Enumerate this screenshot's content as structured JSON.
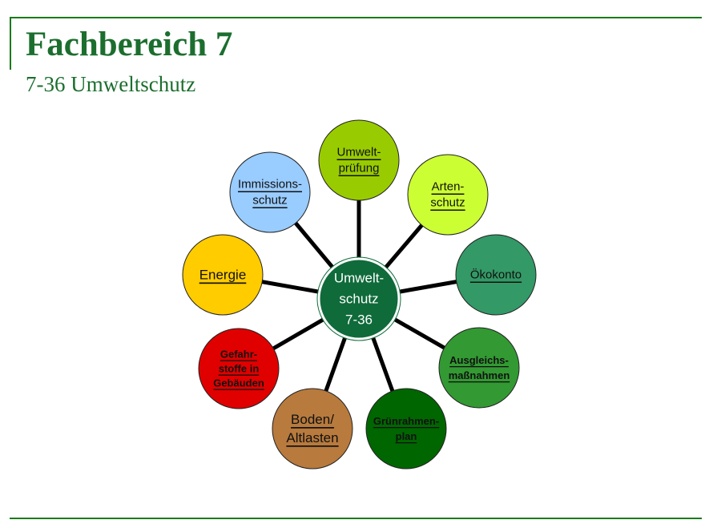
{
  "header": {
    "title": "Fachbereich 7",
    "subtitle": "7-36 Umweltschutz"
  },
  "diagram": {
    "center": {
      "lines": [
        "Umwelt-",
        "schutz",
        "7-36"
      ],
      "color": "#0f6b3a"
    },
    "nodes": [
      {
        "id": "umweltpruefung",
        "lines": [
          "Umwelt-",
          "prüfung"
        ],
        "color": "#99cc00",
        "link": true
      },
      {
        "id": "artenschutz",
        "lines": [
          "Arten-",
          "schutz"
        ],
        "color": "#ccff33",
        "link": true
      },
      {
        "id": "oekokonto",
        "lines": [
          "Ökokonto"
        ],
        "color": "#339966",
        "link": true
      },
      {
        "id": "ausgleichsmassnahmen",
        "lines": [
          "Ausgleichs-",
          "maßnahmen"
        ],
        "color": "#339933",
        "link": true
      },
      {
        "id": "gruenrahmenplan",
        "lines": [
          "Grünrahmen-",
          "plan"
        ],
        "color": "#006600",
        "link": true
      },
      {
        "id": "boden-altlasten",
        "lines": [
          "Boden/",
          "Altlasten"
        ],
        "color": "#b87a3d",
        "link": true
      },
      {
        "id": "gefahrstoffe",
        "lines": [
          "Gefahr-",
          "stoffe in",
          "Gebäuden"
        ],
        "color": "#e00000",
        "link": true
      },
      {
        "id": "energie",
        "lines": [
          "Energie"
        ],
        "color": "#ffcc00",
        "link": true
      },
      {
        "id": "immissionsschutz",
        "lines": [
          "Immissions-",
          "schutz"
        ],
        "color": "#99ccff",
        "link": true
      }
    ]
  }
}
